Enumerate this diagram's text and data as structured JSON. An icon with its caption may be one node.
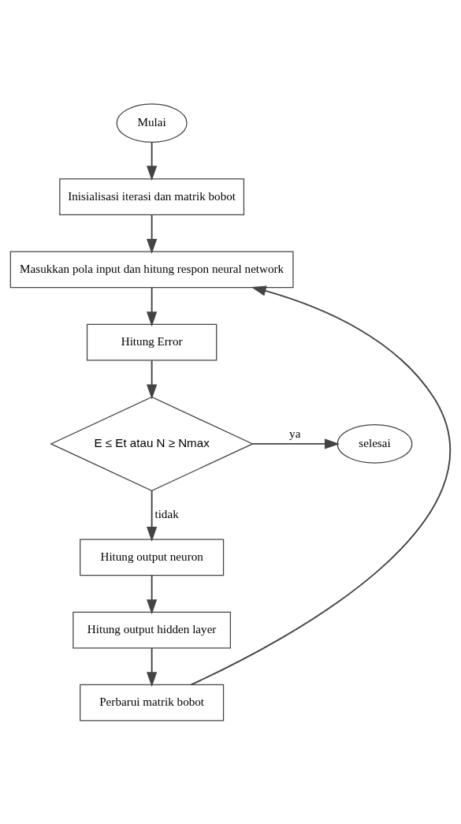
{
  "diagram": {
    "nodes": [
      {
        "text": [
          "Mulai"
        ]
      },
      {
        "text": [
          "Inisialisasi iterasi dan matrik bobot"
        ]
      },
      {
        "text": [
          "Masukkan pola input dan hitung respon neural network"
        ]
      },
      {
        "text": [
          "Hitung Error"
        ]
      },
      {
        "text": [
          "E ≤ Et atau N ≥ Nmax"
        ]
      },
      {
        "text": [
          "selesai"
        ]
      },
      {
        "text": [
          "Hitung output neuron"
        ]
      },
      {
        "text": [
          "Hitung output hidden layer"
        ]
      },
      {
        "text": [
          "Perbarui matrik bobot"
        ]
      }
    ],
    "edges": [
      {
        "from": 0,
        "to": 1,
        "arrow": "to"
      },
      {
        "from": 1,
        "to": 2,
        "arrow": "to"
      },
      {
        "from": 2,
        "to": 3,
        "arrow": "to"
      },
      {
        "from": 3,
        "to": 4,
        "arrow": "to"
      },
      {
        "from": 4,
        "to": 5,
        "arrow": "to",
        "label": "ya"
      },
      {
        "from": 4,
        "to": 6,
        "arrow": "to",
        "label": "tidak"
      },
      {
        "from": 6,
        "to": 7,
        "arrow": "to"
      },
      {
        "from": 7,
        "to": 8,
        "arrow": "to"
      },
      {
        "from": 8,
        "to": 2,
        "arrow": "to"
      }
    ]
  }
}
